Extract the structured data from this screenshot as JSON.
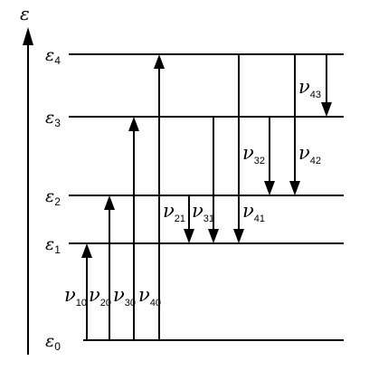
{
  "axis": {
    "symbol": "ε"
  },
  "levels": [
    {
      "id": "0",
      "label": "ε",
      "sub": "0"
    },
    {
      "id": "1",
      "label": "ε",
      "sub": "1"
    },
    {
      "id": "2",
      "label": "ε",
      "sub": "2"
    },
    {
      "id": "3",
      "label": "ε",
      "sub": "3"
    },
    {
      "id": "4",
      "label": "ε",
      "sub": "4"
    }
  ],
  "transitions": [
    {
      "symbol": "ν",
      "sub": "10",
      "from": 0,
      "to": 1
    },
    {
      "symbol": "ν",
      "sub": "20",
      "from": 0,
      "to": 2
    },
    {
      "symbol": "ν",
      "sub": "30",
      "from": 0,
      "to": 3
    },
    {
      "symbol": "ν",
      "sub": "40",
      "from": 0,
      "to": 4
    },
    {
      "symbol": "ν",
      "sub": "21",
      "from": 2,
      "to": 1
    },
    {
      "symbol": "ν",
      "sub": "31",
      "from": 3,
      "to": 1
    },
    {
      "symbol": "ν",
      "sub": "41",
      "from": 4,
      "to": 1
    },
    {
      "symbol": "ν",
      "sub": "32",
      "from": 3,
      "to": 2
    },
    {
      "symbol": "ν",
      "sub": "42",
      "from": 4,
      "to": 2
    },
    {
      "symbol": "ν",
      "sub": "43",
      "from": 4,
      "to": 3
    }
  ]
}
